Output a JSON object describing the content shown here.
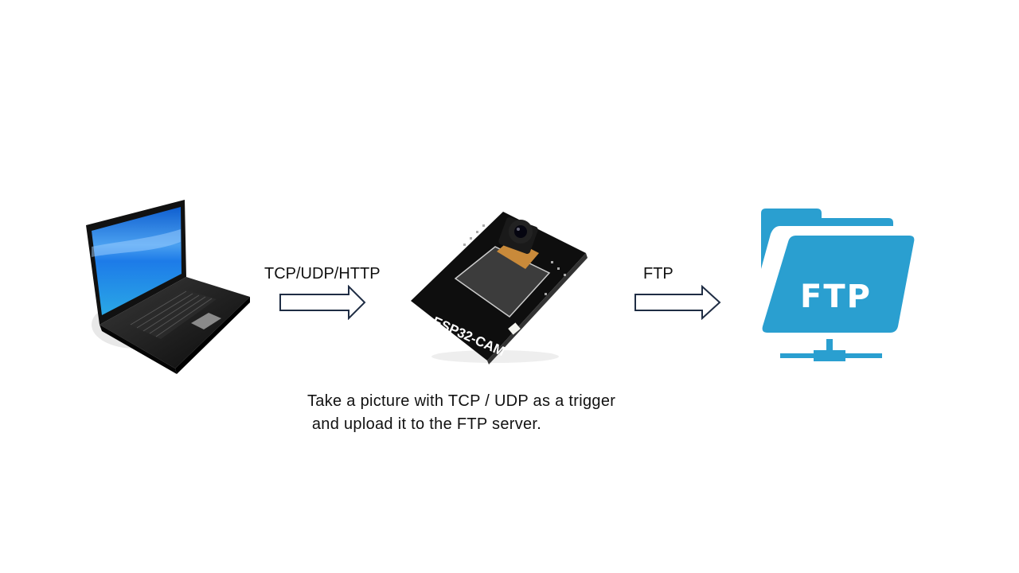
{
  "diagram": {
    "nodes": [
      {
        "id": "laptop",
        "label": "Laptop PC",
        "icon": "laptop-icon"
      },
      {
        "id": "esp32",
        "label": "ESP32-CAM",
        "icon": "esp32-cam-board-icon",
        "board_text": "ESP32-CAM"
      },
      {
        "id": "ftp",
        "label": "FTP",
        "icon": "ftp-folder-icon",
        "folder_text": "FTP"
      }
    ],
    "edges": [
      {
        "from": "laptop",
        "to": "esp32",
        "label": "TCP/UDP/HTTP"
      },
      {
        "from": "esp32",
        "to": "ftp",
        "label": "FTP"
      }
    ],
    "caption_line1": "Take a picture with TCP / UDP as a trigger",
    "caption_line2": " and upload it to the FTP server."
  },
  "colors": {
    "arrow_stroke": "#1f2d44",
    "folder_blue": "#2a9fd0",
    "laptop_screen": "#1a7fe0",
    "board_black": "#111111"
  }
}
